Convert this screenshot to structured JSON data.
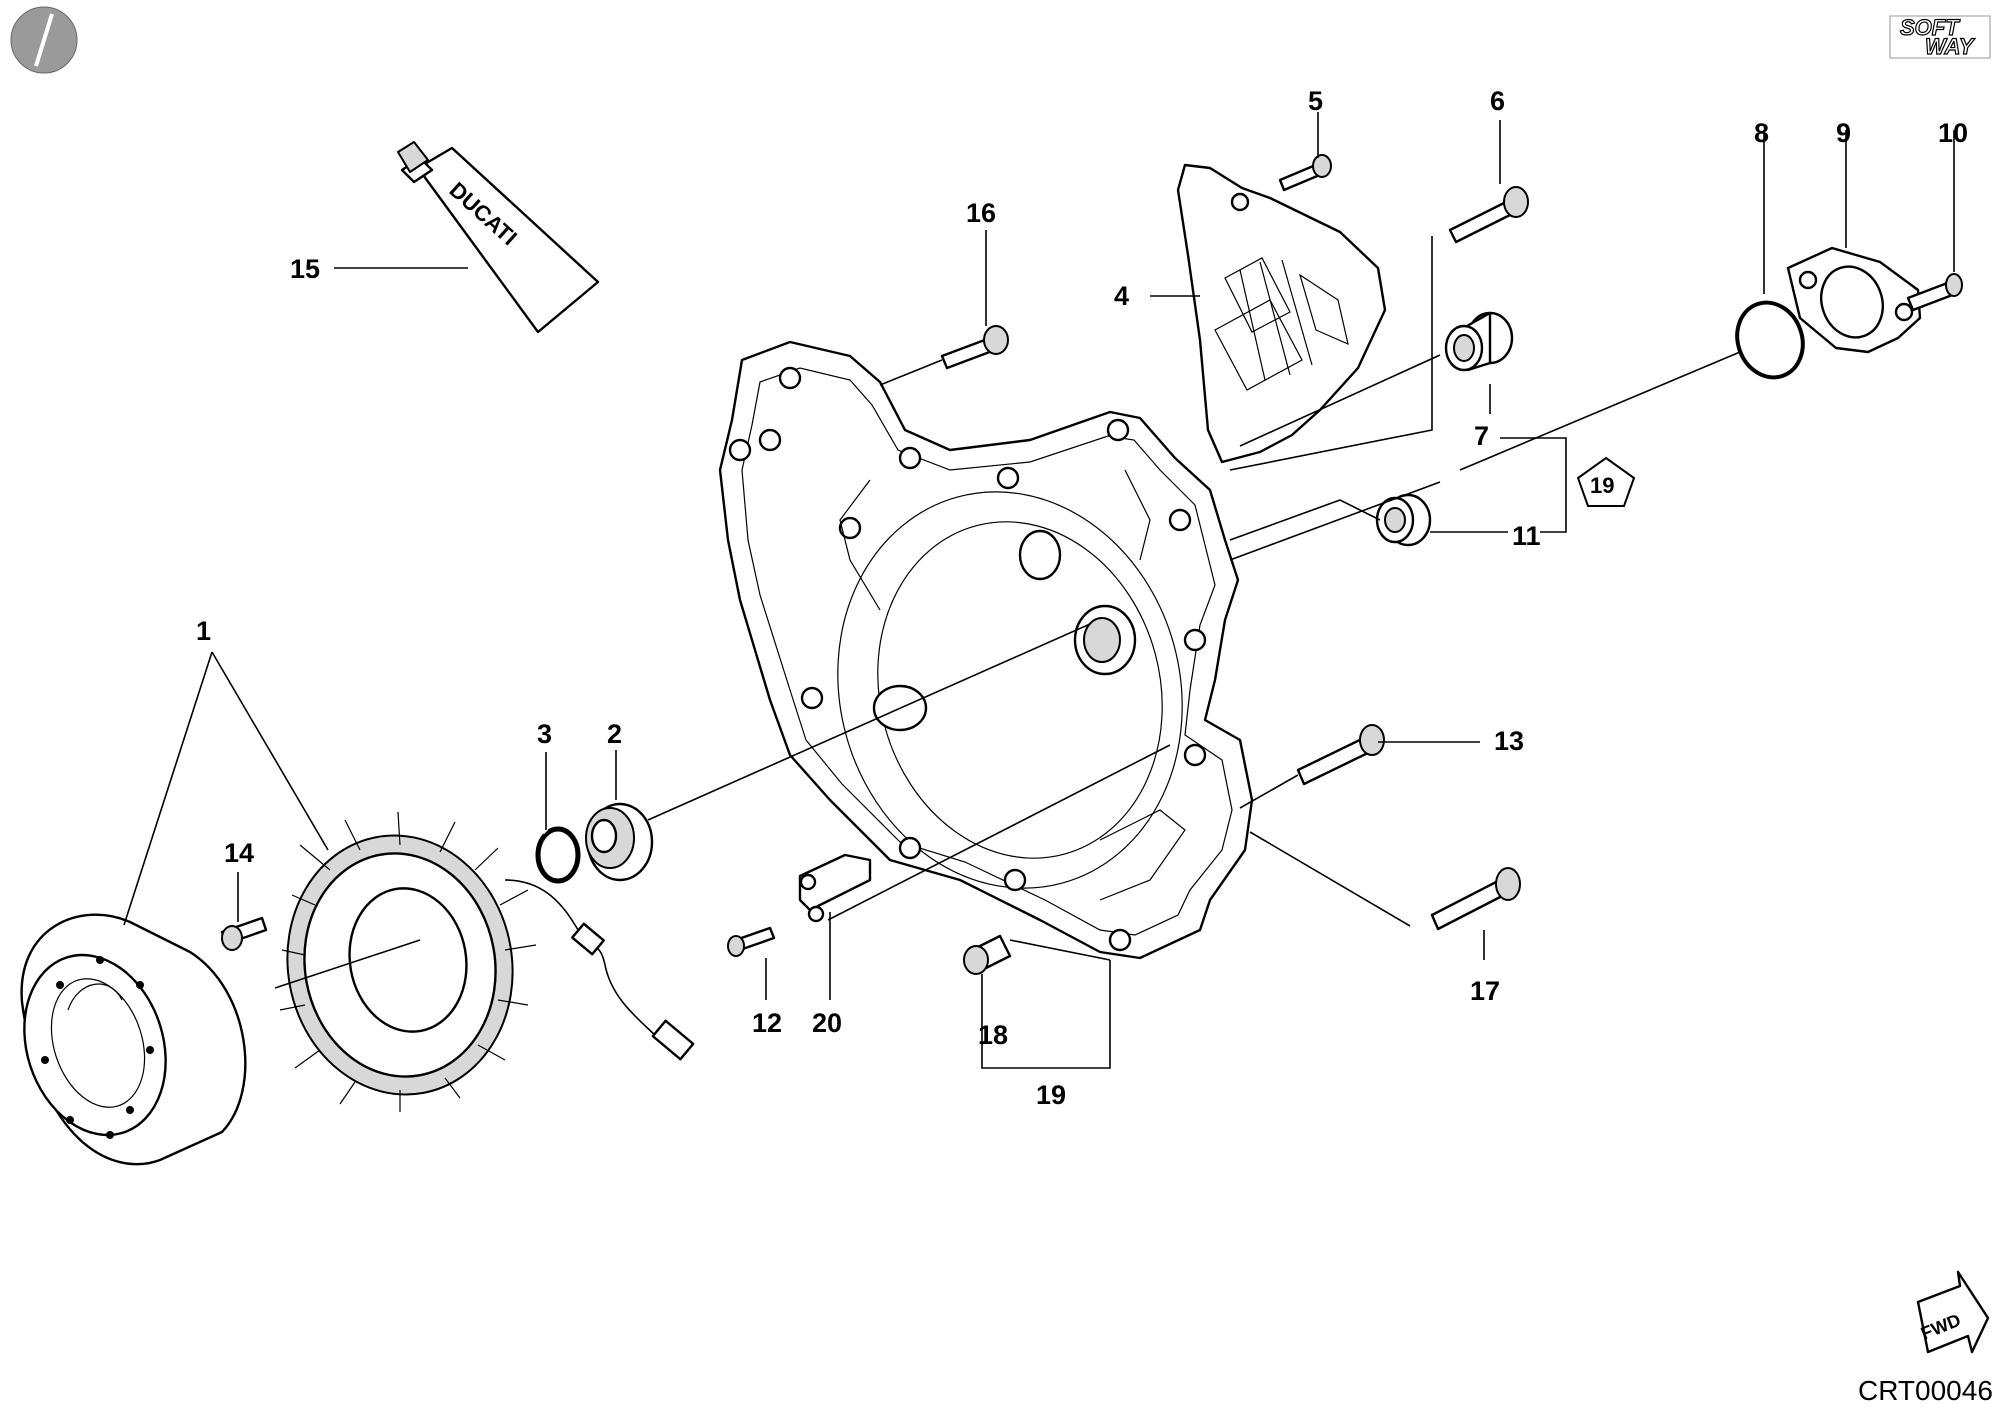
{
  "diagram": {
    "drawing_code": "CRT00046",
    "brand_logo": [
      "SOFT",
      "WAY"
    ],
    "fwd_label": "FWD",
    "tube_label": "DUCATI",
    "callouts": [
      "1",
      "2",
      "3",
      "4",
      "5",
      "6",
      "7",
      "8",
      "9",
      "10",
      "11",
      "12",
      "13",
      "14",
      "15",
      "16",
      "17",
      "18",
      "19",
      "20"
    ],
    "group_label": "19",
    "group_badge": "19"
  }
}
